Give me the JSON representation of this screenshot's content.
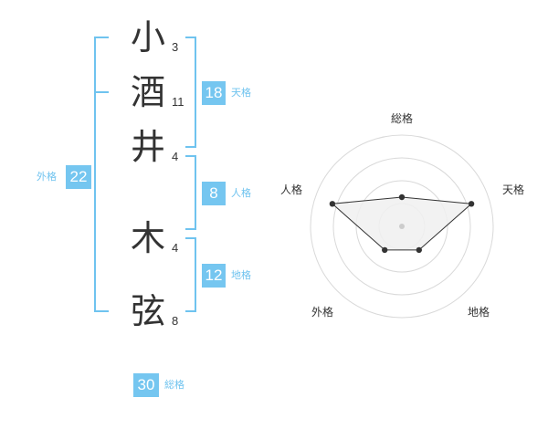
{
  "name_chars": [
    {
      "char": "小",
      "strokes": "3"
    },
    {
      "char": "酒",
      "strokes": "11"
    },
    {
      "char": "井",
      "strokes": "4"
    },
    {
      "char": "木",
      "strokes": "4"
    },
    {
      "char": "弦",
      "strokes": "8"
    }
  ],
  "scores": {
    "tenkaku": {
      "value": "18",
      "label": "天格"
    },
    "jinkaku": {
      "value": "8",
      "label": "人格"
    },
    "chikaku": {
      "value": "12",
      "label": "地格"
    },
    "gaikaku": {
      "value": "22",
      "label": "外格"
    },
    "soukaku": {
      "value": "30",
      "label": "総格"
    }
  },
  "radar": {
    "axes": [
      "総格",
      "天格",
      "地格",
      "外格",
      "人格"
    ],
    "levels": 4,
    "values": [
      1.6,
      4.0,
      1.6,
      1.6,
      4.0
    ],
    "max": 5,
    "line_color": "#333333",
    "fill_color": "#f0f0f0",
    "ring_color": "#d9d9d9"
  },
  "accent_color": "#75c6f0"
}
